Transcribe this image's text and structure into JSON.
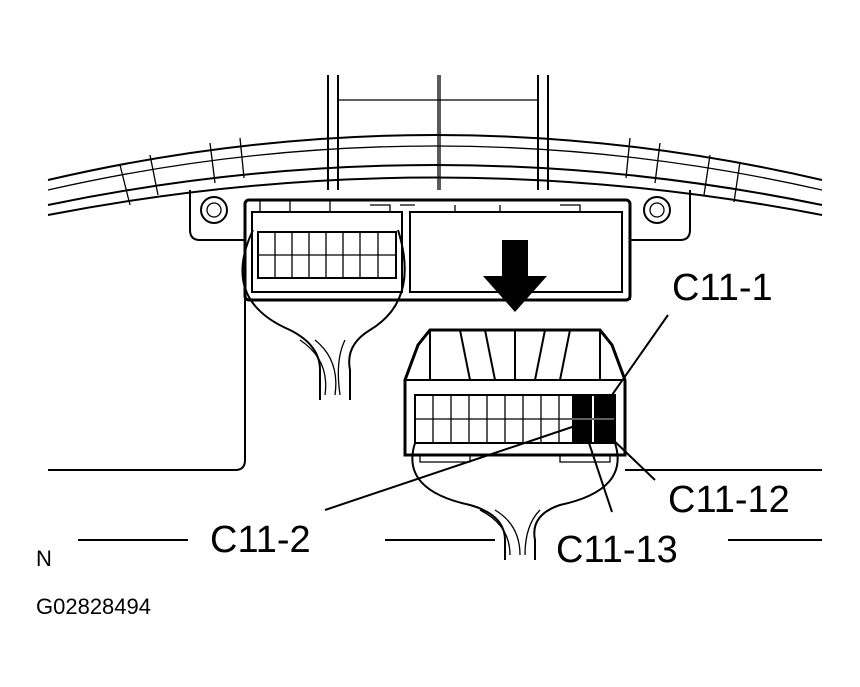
{
  "labels": {
    "c11_1": "C11-1",
    "c11_2": "C11-2",
    "c11_12": "C11-12",
    "c11_13": "C11-13",
    "north": "N",
    "figure_id": "G02828494"
  },
  "colors": {
    "line": "#000000",
    "background": "#ffffff",
    "highlight_pins": "#000000"
  }
}
